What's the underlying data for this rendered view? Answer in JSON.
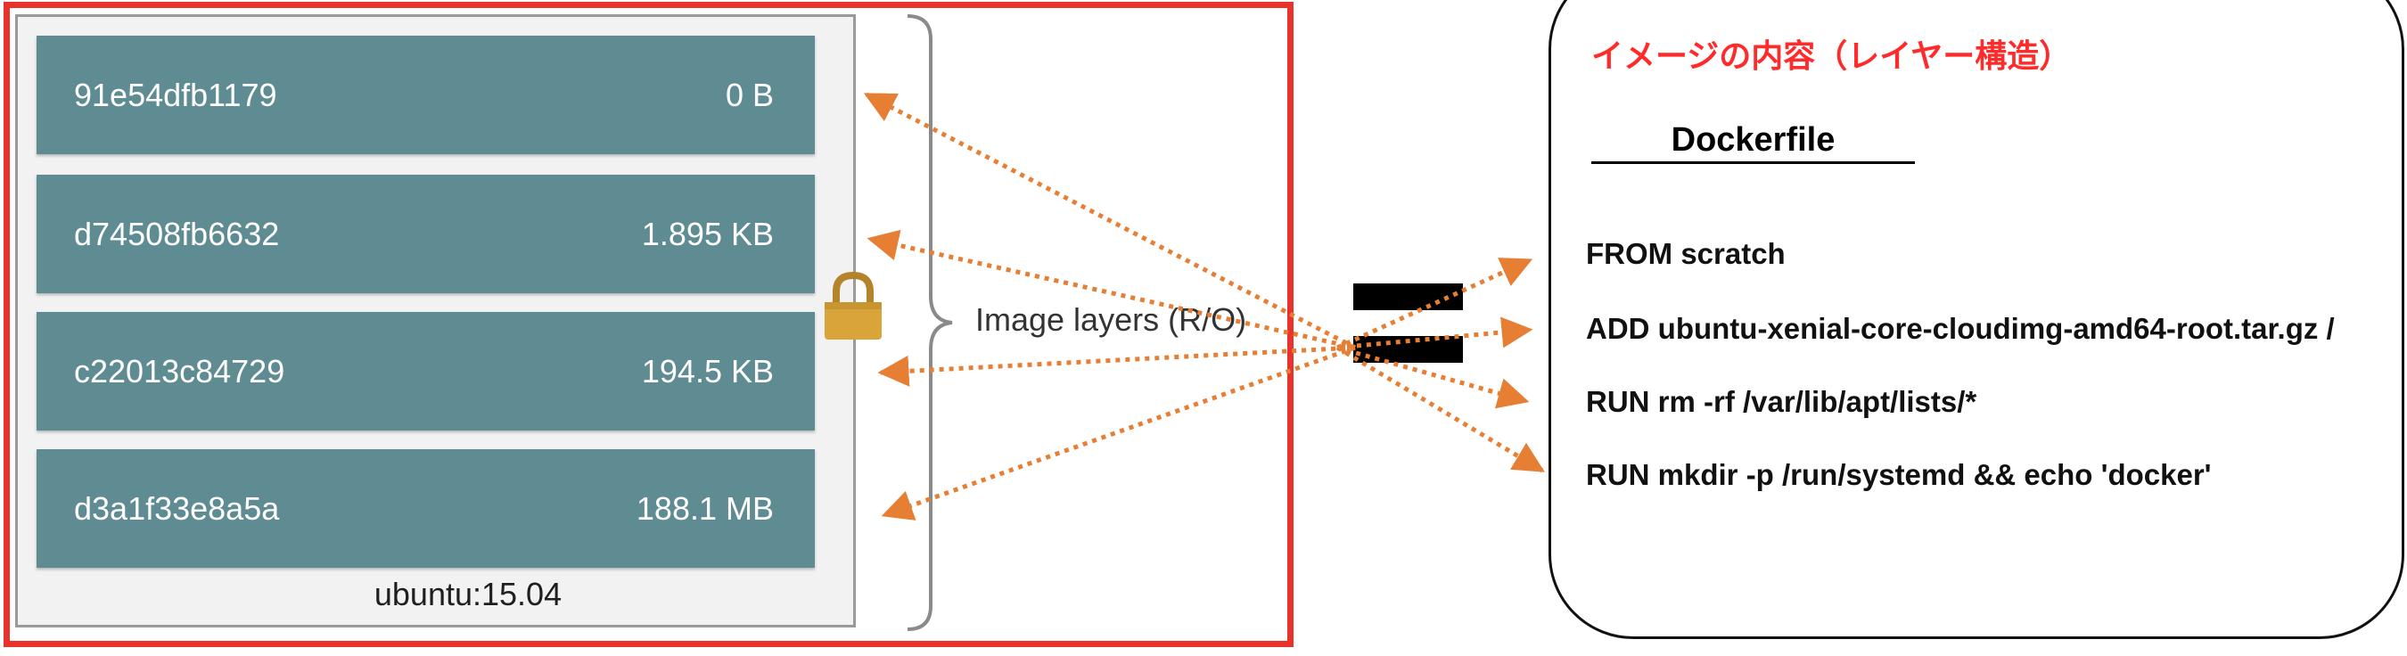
{
  "image": {
    "name": "ubuntu:15.04",
    "layers": [
      {
        "id": "91e54dfb1179",
        "size": "0 B"
      },
      {
        "id": "d74508fb6632",
        "size": "1.895 KB"
      },
      {
        "id": "c22013c84729",
        "size": "194.5 KB"
      },
      {
        "id": "d3a1f33e8a5a",
        "size": "188.1 MB"
      }
    ],
    "layers_label": "Image layers (R/O)"
  },
  "dockerfile": {
    "title": "イメージの内容（レイヤー構造）",
    "heading": "Dockerfile",
    "commands": [
      "FROM scratch",
      "ADD ubuntu-xenial-core-cloudimg-amd64-root.tar.gz /",
      "RUN rm -rf /var/lib/apt/lists/*",
      "RUN mkdir -p /run/systemd && echo 'docker'"
    ]
  },
  "colors": {
    "frame": "#e8322b",
    "layer_fill": "#5f8c92",
    "arrow": "#e67e34",
    "title_red": "#ff2b2b"
  },
  "icons": {
    "lock": "lock-icon",
    "equals": "equals-icon"
  }
}
